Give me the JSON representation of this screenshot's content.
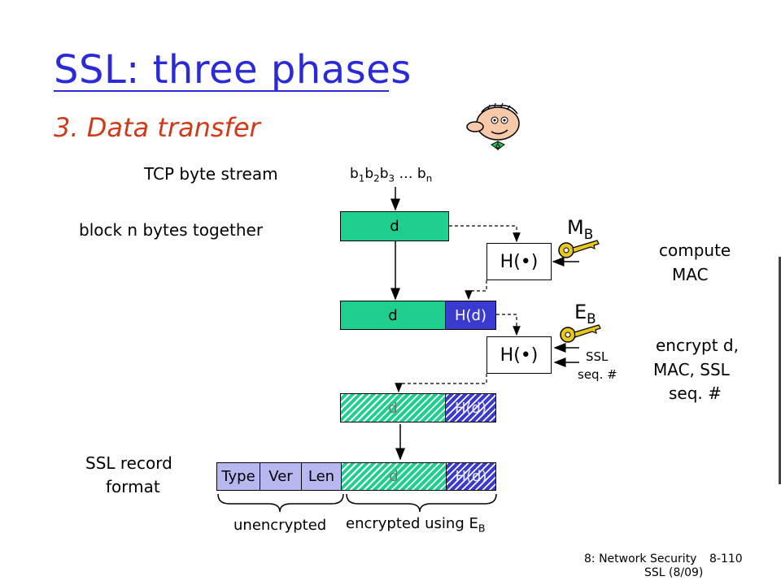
{
  "title": "SSL: three phases",
  "subtitle": "3. Data transfer",
  "labels": {
    "tcp_stream": "TCP byte stream",
    "byte_seq": {
      "b1": "b",
      "s1": "1",
      "b2": "b",
      "s2": "2",
      "b3": "b",
      "s3": "3",
      "dots": " … b",
      "sn": "n"
    },
    "block": "block n bytes together",
    "compute_mac_1": "compute",
    "compute_mac_2": "MAC",
    "encrypt_1": "encrypt d,",
    "encrypt_2": "MAC, SSL",
    "encrypt_3": "seq. #",
    "ssl_seq_1": "SSL",
    "ssl_seq_2": "seq. #",
    "record_1": "SSL record",
    "record_2": "format",
    "unencrypted": "unencrypted",
    "encrypted": "encrypted using E",
    "encrypted_sub": "B",
    "mb": "M",
    "mb_sub": "B",
    "eb": "E",
    "eb_sub": "B"
  },
  "boxes": {
    "d": "d",
    "hd": "H(d)",
    "hash": "H(•)",
    "type": "Type",
    "ver": "Ver",
    "len": "Len"
  },
  "footer": {
    "course": "8: Network Security",
    "slide": "8-110",
    "sub": "SSL (8/09)"
  }
}
